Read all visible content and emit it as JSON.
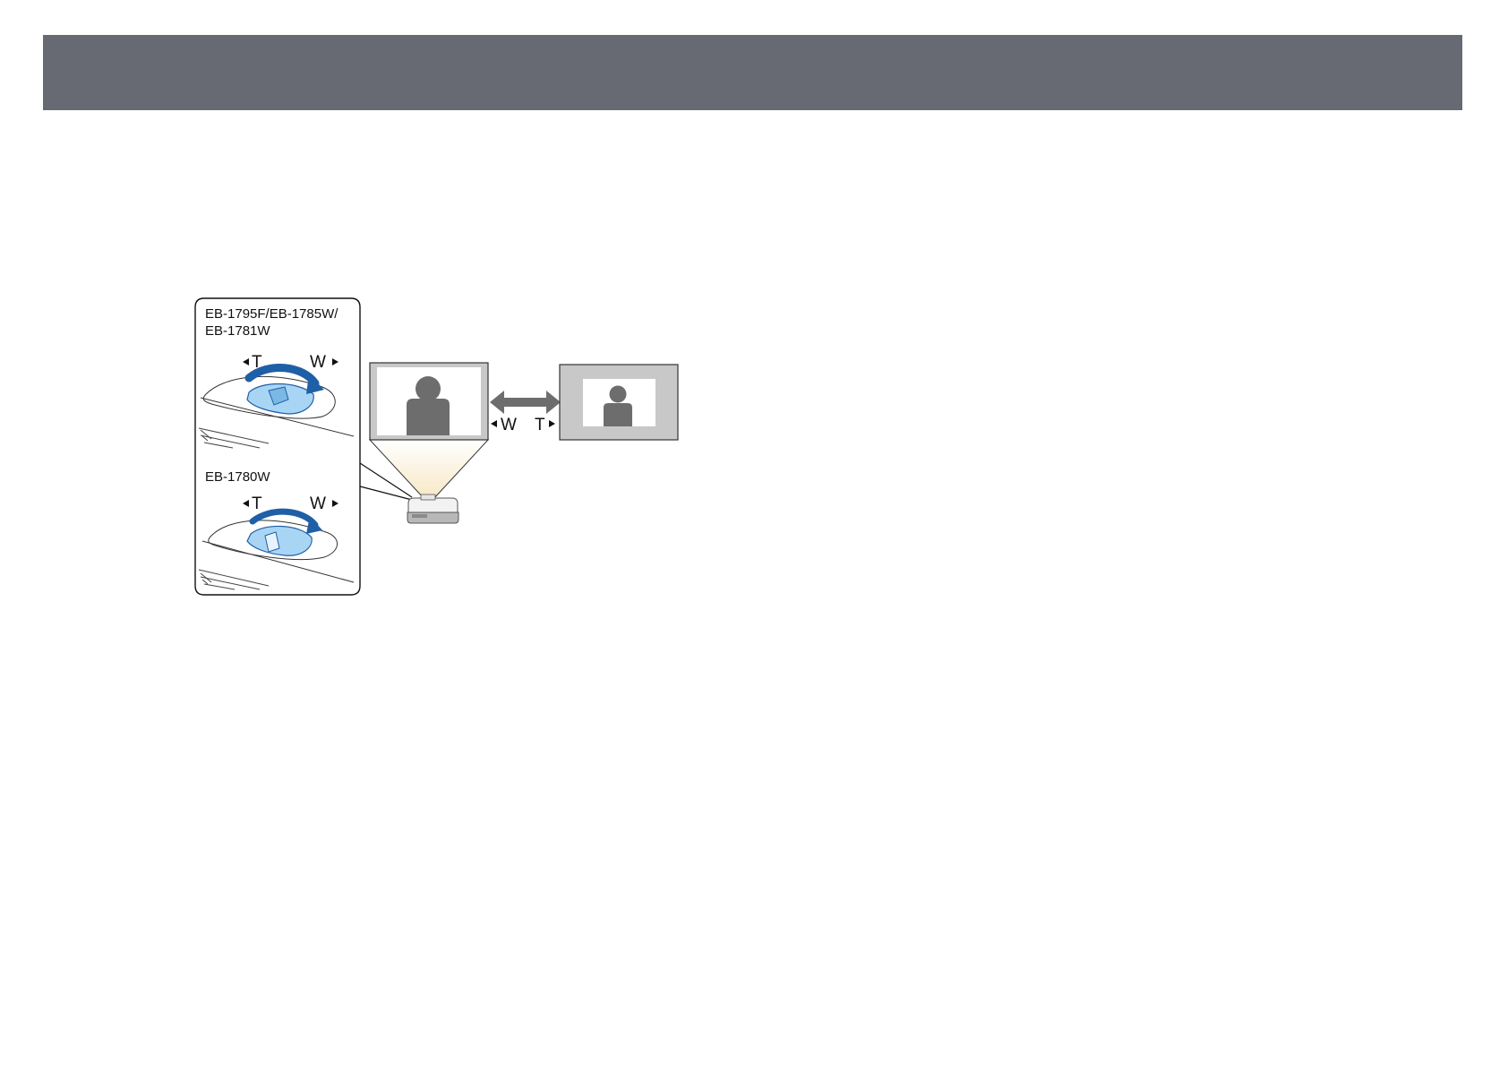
{
  "figure": {
    "callout_top_model": [
      "EB-1795F/EB-1785W/",
      "EB-1781W"
    ],
    "callout_bottom_model": "EB-1780W",
    "ring_label_tele": "T",
    "ring_label_wide": "W",
    "screen_label_wide": "W",
    "screen_label_tele": "T"
  },
  "colors": {
    "header": "#676a72",
    "ring_blue": "#1f5fa6",
    "ring_light": "#a9d5f5",
    "silhouette": "#6d6d6d",
    "screen_frame": "#c8c8c8"
  }
}
